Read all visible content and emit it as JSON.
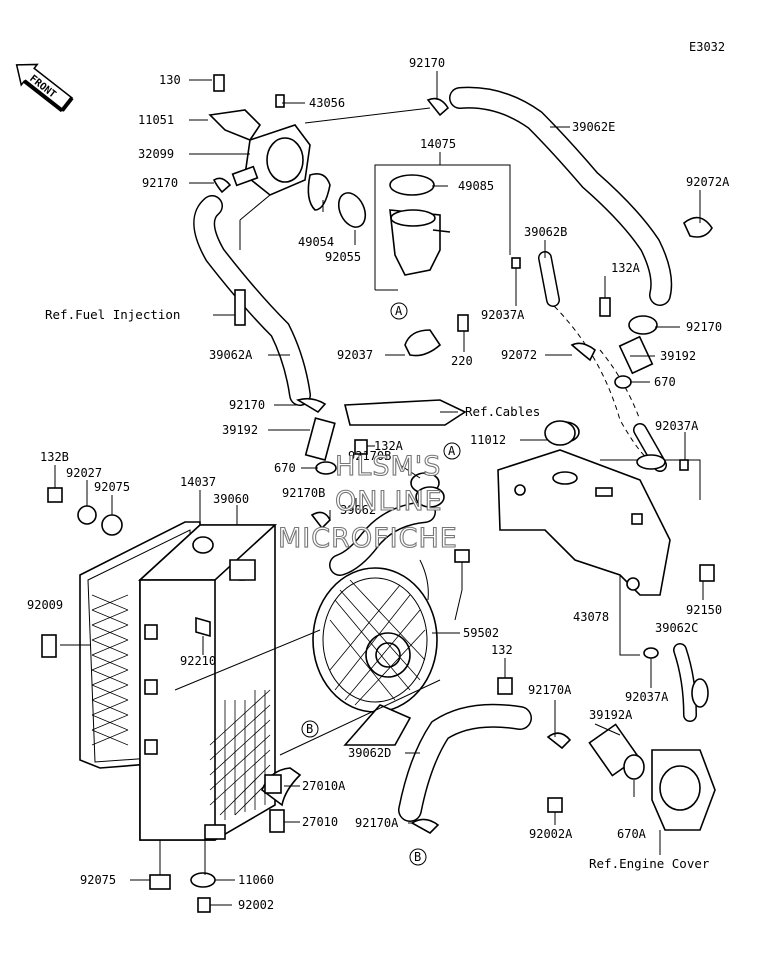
{
  "diagram_code": "E3032",
  "front_label": "FRONT",
  "watermark": [
    "HLSM'S",
    "ONLINE",
    "MICROFICHE"
  ],
  "callouts": {
    "circle_a": "A",
    "circle_b": "B"
  },
  "part_labels": {
    "p130": "130",
    "p11051": "11051",
    "p32099": "32099",
    "p92170_left": "92170",
    "p43056": "43056",
    "p92170_top": "92170",
    "p39062E": "39062E",
    "p14075": "14075",
    "p49085": "49085",
    "p92072A": "92072A",
    "p49054": "49054",
    "p92055": "92055",
    "p39062B": "39062B",
    "p132A_top": "132A",
    "p92037A_mid": "92037A",
    "p92170_right": "92170",
    "p39192_right": "39192",
    "p670_right": "670",
    "ref_fuel": "Ref.Fuel Injection",
    "p39062A": "39062A",
    "p92037": "92037",
    "p220": "220",
    "p92072": "92072",
    "ref_cables": "Ref.Cables",
    "p92170_mid": "92170",
    "p39192_mid": "39192",
    "p132A_mid": "132A",
    "p11012": "11012",
    "p92037A_right": "92037A",
    "p670_mid": "670",
    "p92170B_1": "92170B",
    "p92170B_2": "92170B",
    "p39062": "39062",
    "p132B": "132B",
    "p92027": "92027",
    "p92075_top": "92075",
    "p14037": "14037",
    "p39060": "39060",
    "p43078": "43078",
    "p92150": "92150",
    "p92009": "92009",
    "p59502": "59502",
    "p92210": "92210",
    "p39062C": "39062C",
    "p132_fan": "132",
    "p92037A_low": "92037A",
    "p92170A_right": "92170A",
    "p39192A": "39192A",
    "p39062D": "39062D",
    "p27010A": "27010A",
    "p92002A": "92002A",
    "p670A": "670A",
    "p92170A_mid": "92170A",
    "p27010": "27010",
    "ref_engine": "Ref.Engine Cover",
    "p92075_bottom": "92075",
    "p11060": "11060",
    "p92002": "92002"
  }
}
